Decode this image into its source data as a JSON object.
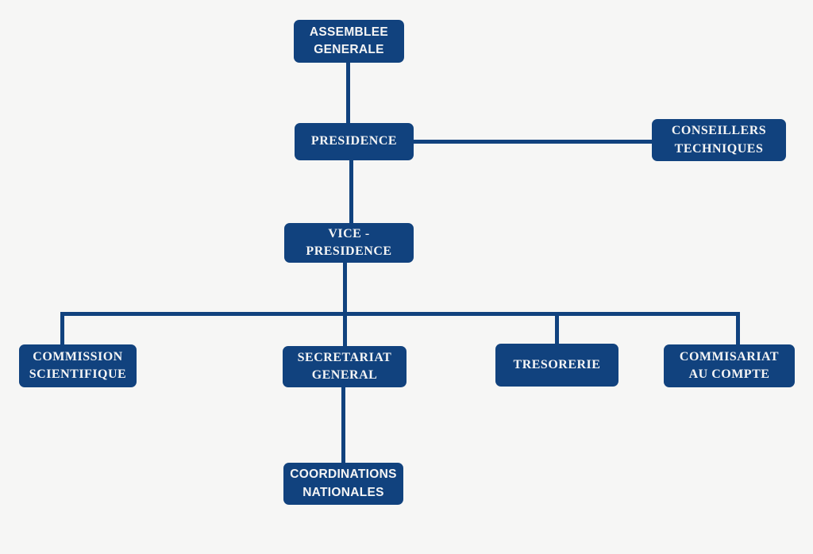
{
  "colors": {
    "background": "#f6f6f5",
    "box": "#11427e",
    "line": "#11427e",
    "text": "#f5f5f5"
  },
  "chart": {
    "type": "org-chart",
    "nodes": [
      {
        "id": "assemblee-generale",
        "label": "ASSEMBLEE\nGENERALE",
        "parent": null
      },
      {
        "id": "presidence",
        "label": "PRESIDENCE",
        "parent": "assemblee-generale"
      },
      {
        "id": "conseillers-techniques",
        "label": "CONSEILLERS\nTECHNIQUES",
        "parent": "presidence"
      },
      {
        "id": "vice-presidence",
        "label": "VICE -\nPRESIDENCE",
        "parent": "presidence"
      },
      {
        "id": "commission-scientifique",
        "label": "COMMISSION\nSCIENTIFIQUE",
        "parent": "vice-presidence"
      },
      {
        "id": "secretariat-general",
        "label": "SECRETARIAT\nGENERAL",
        "parent": "vice-presidence"
      },
      {
        "id": "tresorerie",
        "label": "TRESORERIE",
        "parent": "vice-presidence"
      },
      {
        "id": "commisariat-au-compte",
        "label": "COMMISARIAT\nAU COMPTE",
        "parent": "vice-presidence"
      },
      {
        "id": "coordinations-nationales",
        "label": "COORDINATIONS\nNATIONALES",
        "parent": "secretariat-general"
      }
    ]
  }
}
